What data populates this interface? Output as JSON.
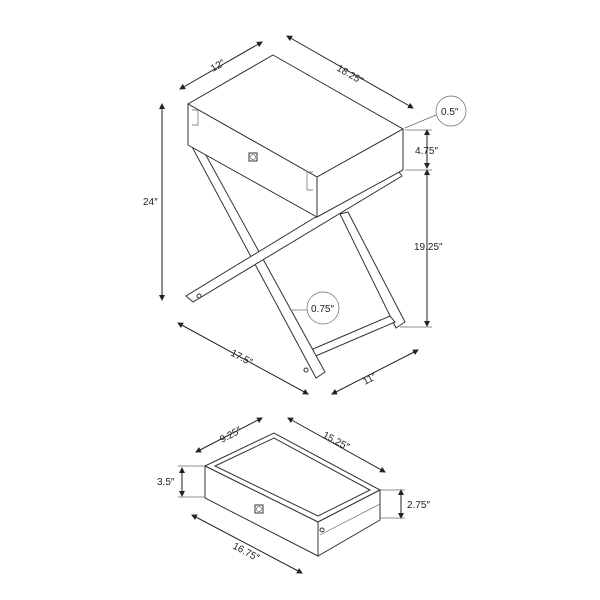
{
  "table": {
    "top_width": "12″",
    "top_length": "18.25″",
    "top_thickness": "0.5″",
    "drawer_box_height": "4.75″",
    "total_height": "24″",
    "leg_height": "19.25″",
    "leg_thickness": "0.75″",
    "base_length": "17.5″",
    "base_width": "11″"
  },
  "drawer": {
    "inner_width": "9.25″",
    "inner_length": "15.25″",
    "front_height": "3.5″",
    "side_height": "2.75″",
    "front_length": "16.75″"
  }
}
